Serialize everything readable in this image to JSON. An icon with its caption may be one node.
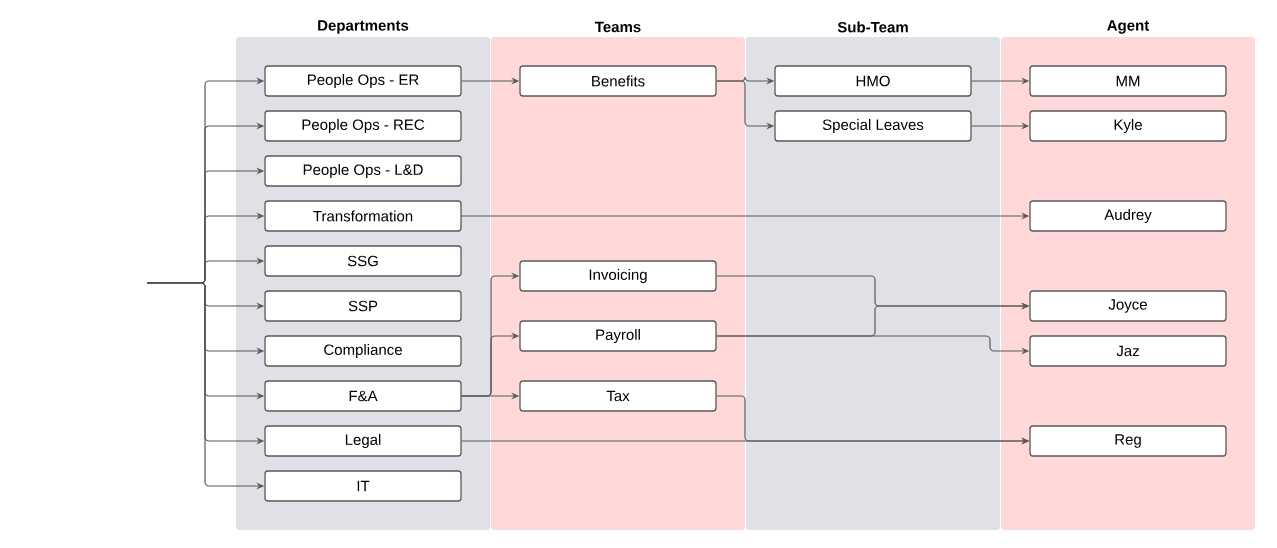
{
  "diagram": {
    "nodes": [
      {
        "text": [
          "Departments"
        ]
      },
      {
        "text": [
          "Teams"
        ]
      },
      {
        "text": [
          "Sub-Team"
        ]
      },
      {
        "text": [
          "Agent"
        ]
      },
      {
        "text": [
          "People Ops - ER"
        ],
        "in": 0
      },
      {
        "text": [
          "People Ops - REC"
        ],
        "in": 0
      },
      {
        "text": [
          "People Ops - L&D"
        ],
        "in": 0
      },
      {
        "text": [
          "Transformation"
        ],
        "in": 0
      },
      {
        "text": [
          "SSG"
        ],
        "in": 0
      },
      {
        "text": [
          "SSP"
        ],
        "in": 0
      },
      {
        "text": [
          "Compliance"
        ],
        "in": 0
      },
      {
        "text": [
          "F&A"
        ],
        "in": 0
      },
      {
        "text": [
          "Legal"
        ],
        "in": 0
      },
      {
        "text": [
          "IT"
        ],
        "in": 0
      },
      {
        "text": [
          "Benefits"
        ],
        "in": 1
      },
      {
        "text": [
          "Invoicing"
        ],
        "in": 1
      },
      {
        "text": [
          "Payroll"
        ],
        "in": 1
      },
      {
        "text": [
          "Tax"
        ],
        "in": 1
      },
      {
        "text": [
          "HMO"
        ],
        "in": 2
      },
      {
        "text": [
          "Special Leaves"
        ],
        "in": 2
      },
      {
        "text": [
          "MM"
        ],
        "in": 3
      },
      {
        "text": [
          "Kyle"
        ],
        "in": 3
      },
      {
        "text": [
          "Audrey"
        ],
        "in": 3
      },
      {
        "text": [
          "Joyce"
        ],
        "in": 3
      },
      {
        "text": [
          "Jaz"
        ],
        "in": 3
      },
      {
        "text": [
          "Reg"
        ],
        "in": 3
      }
    ],
    "edges": [
      {
        "from": null,
        "to": 4,
        "arrow": "to"
      },
      {
        "from": null,
        "to": 5,
        "arrow": "to"
      },
      {
        "from": null,
        "to": 6,
        "arrow": "to"
      },
      {
        "from": null,
        "to": 7,
        "arrow": "to"
      },
      {
        "from": null,
        "to": 8,
        "arrow": "to"
      },
      {
        "from": null,
        "to": 9,
        "arrow": "to"
      },
      {
        "from": null,
        "to": 10,
        "arrow": "to"
      },
      {
        "from": null,
        "to": 11,
        "arrow": "to"
      },
      {
        "from": null,
        "to": 12,
        "arrow": "to"
      },
      {
        "from": null,
        "to": 13,
        "arrow": "to"
      },
      {
        "from": 4,
        "to": 14,
        "arrow": "to"
      },
      {
        "from": 14,
        "to": 18,
        "arrow": "to"
      },
      {
        "from": 14,
        "to": 19,
        "arrow": "to"
      },
      {
        "from": 18,
        "to": 20,
        "arrow": "to"
      },
      {
        "from": 19,
        "to": 21,
        "arrow": "to"
      },
      {
        "from": 7,
        "to": 22,
        "arrow": "to"
      },
      {
        "from": 11,
        "to": 15,
        "arrow": "to"
      },
      {
        "from": 11,
        "to": 16,
        "arrow": "to"
      },
      {
        "from": 11,
        "to": 17,
        "arrow": "to"
      },
      {
        "from": 15,
        "to": 23,
        "arrow": "to"
      },
      {
        "from": 16,
        "to": 23,
        "arrow": "to"
      },
      {
        "from": 16,
        "to": 24,
        "arrow": "to"
      },
      {
        "from": 17,
        "to": 25,
        "arrow": "to"
      },
      {
        "from": 12,
        "to": 25,
        "arrow": "to"
      }
    ]
  }
}
